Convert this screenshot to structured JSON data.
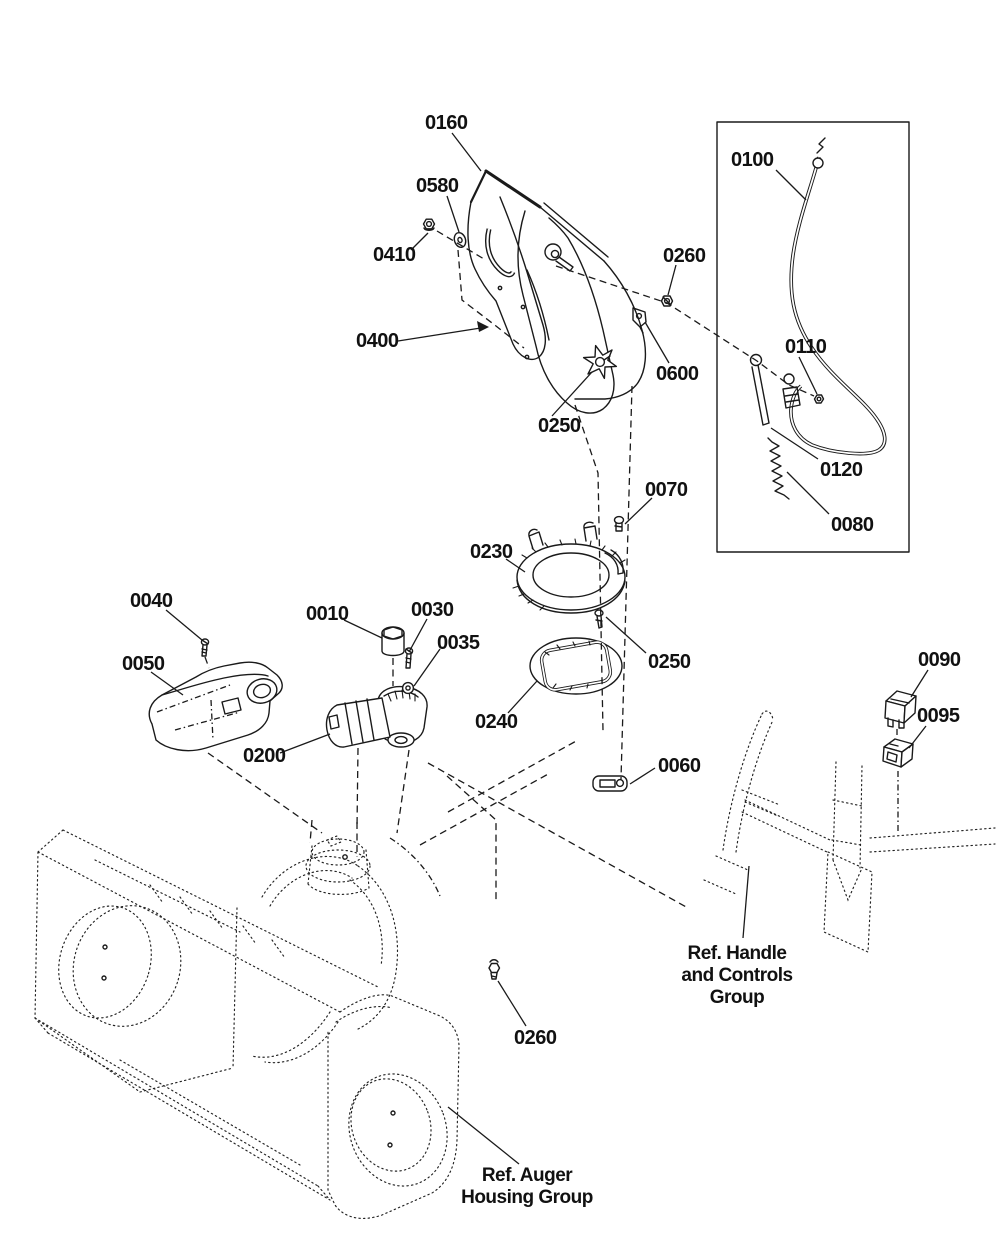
{
  "page": {
    "background": "#ffffff",
    "ink": "#1a1a1a"
  },
  "callouts": {
    "c0160": "0160",
    "c0580": "0580",
    "c0410": "0410",
    "c0400": "0400",
    "c0250a": "0250",
    "c0260a": "0260",
    "c0600": "0600",
    "c0100": "0100",
    "c0110": "0110",
    "c0120": "0120",
    "c0080": "0080",
    "c0070": "0070",
    "c0230": "0230",
    "c0250b": "0250",
    "c0240": "0240",
    "c0040": "0040",
    "c0050": "0050",
    "c0010": "0010",
    "c0030": "0030",
    "c0035": "0035",
    "c0200": "0200",
    "c0060": "0060",
    "c0090": "0090",
    "c0095": "0095",
    "c0260b": "0260"
  },
  "references": {
    "auger_housing": [
      "Ref. Auger",
      "Housing Group"
    ],
    "handle_controls": [
      "Ref. Handle",
      "and Controls",
      "Group"
    ]
  }
}
